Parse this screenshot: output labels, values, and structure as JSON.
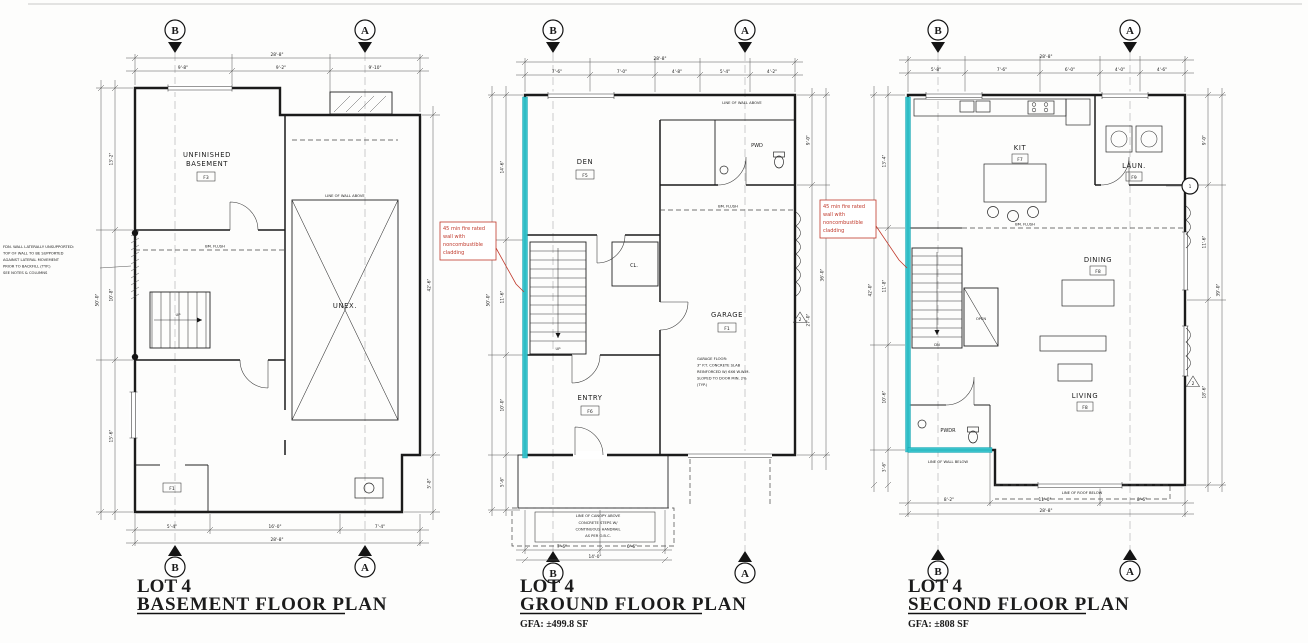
{
  "colors": {
    "fire_wall_highlight": "#33c5ce",
    "note_red": "#c0392b",
    "linework": "#1b1b1b"
  },
  "markers": {
    "b": "B",
    "a": "A"
  },
  "rev_tags": {
    "ground": "2",
    "second": "2",
    "detail": "1"
  },
  "fire_note": {
    "l0": "45 min fire rated",
    "l1": "wall with",
    "l2": "noncombustible",
    "l3": "cladding"
  },
  "notes": {
    "wall_above": "LINE OF WALL ABOVE",
    "wall_below": "LINE OF WALL BELOW",
    "roof_below": "LINE OF ROOF BELOW",
    "bm_flush": "BM. FLUSH",
    "up": "UP",
    "dn": "DN",
    "open": "OPEN"
  },
  "titles": {
    "basement": {
      "lot": "LOT 4",
      "name": "BASEMENT FLOOR PLAN"
    },
    "ground": {
      "lot": "LOT 4",
      "name": "GROUND FLOOR PLAN",
      "gfa": "GFA: ±499.8 SF"
    },
    "second": {
      "lot": "LOT 4",
      "name": "SECOND FLOOR PLAN",
      "gfa": "GFA: ±808 SF"
    }
  },
  "basement": {
    "rooms": {
      "main1": "UNFINISHED",
      "main2": "BASEMENT",
      "unex": "UNEX."
    },
    "tags": {
      "main": "F3",
      "b1": "F1"
    },
    "left_note": [
      "FDN. WALL LATERALLY UNSUPPORTED:",
      "TOP OF WALL TO BE SUPPORTED",
      "AGAINST LATERAL MOVEMENT",
      "PRIOR TO BACKFILL (TYP.)",
      "SEE NOTES & COLUMNS"
    ],
    "dims": {
      "top_all": "28'-8\"",
      "top": [
        "9'-8\"",
        "9'-2\"",
        "9'-10\""
      ],
      "left_all": "50'-0\"",
      "left": [
        "13'-2\"",
        "10'-8\"",
        "15'-6\""
      ],
      "right": [
        "42'-6\"",
        "5'-8\""
      ],
      "bot": [
        "5'-4\"",
        "16'-0\"",
        "7'-4\""
      ],
      "bot_all": "28'-8\""
    }
  },
  "ground": {
    "rooms": {
      "den": "DEN",
      "cl": "CL.",
      "pwd": "PWD",
      "garage": "GARAGE",
      "entry": "ENTRY"
    },
    "tags": {
      "den": "F5",
      "entry": "F6",
      "garage": "F1"
    },
    "garage_note": [
      "GARAGE FLOOR:",
      "3\" P.T. CONCRETE SLAB",
      "REINFORCED W/ 6X6 W.W.M.",
      "SLOPED TO DOOR MIN. 2%",
      "(TYP.)"
    ],
    "canopy_note": [
      "LINE OF CANOPY ABOVE",
      "CONCRETE STEPS W/",
      "CONTINUOUS HANDRAIL",
      "AS PER O.B.C."
    ],
    "dims": {
      "top_all": "28'-8\"",
      "top": [
        "7'-6\"",
        "7'-0\"",
        "4'-8\"",
        "5'-4\"",
        "4'-2\""
      ],
      "left_all": "50'-0\"",
      "left": [
        "14'-6\"",
        "11'-6\"",
        "10'-0\"",
        "5'-6\""
      ],
      "right": [
        "9'-0\"",
        "27'-0\""
      ],
      "right_all": "36'-0\"",
      "bot": [
        "7'-6\"",
        "6'-6\""
      ],
      "bot_all": "14'-0\""
    }
  },
  "second": {
    "rooms": {
      "kit": "KIT",
      "laun": "LAUN.",
      "dining": "DINING",
      "living": "LIVING",
      "pwdr": "PWDR"
    },
    "tags": {
      "kit": "F7",
      "dining": "F8",
      "living": "F8",
      "laun": "F9"
    },
    "dims": {
      "top_all": "28'-8\"",
      "top": [
        "5'-8\"",
        "7'-6\"",
        "6'-0\"",
        "4'-0\"",
        "4'-6\""
      ],
      "left_all": "42'-0\"",
      "left": [
        "13'-4\"",
        "11'-8\"",
        "10'-6\"",
        "3'-6\""
      ],
      "right": [
        "9'-0\"",
        "11'-6\"",
        "18'-6\""
      ],
      "right_all": "39'-0\"",
      "bot": [
        "8'-2\"",
        "11'-0\"",
        "8'-6\""
      ],
      "bot_all": "28'-8\""
    }
  }
}
